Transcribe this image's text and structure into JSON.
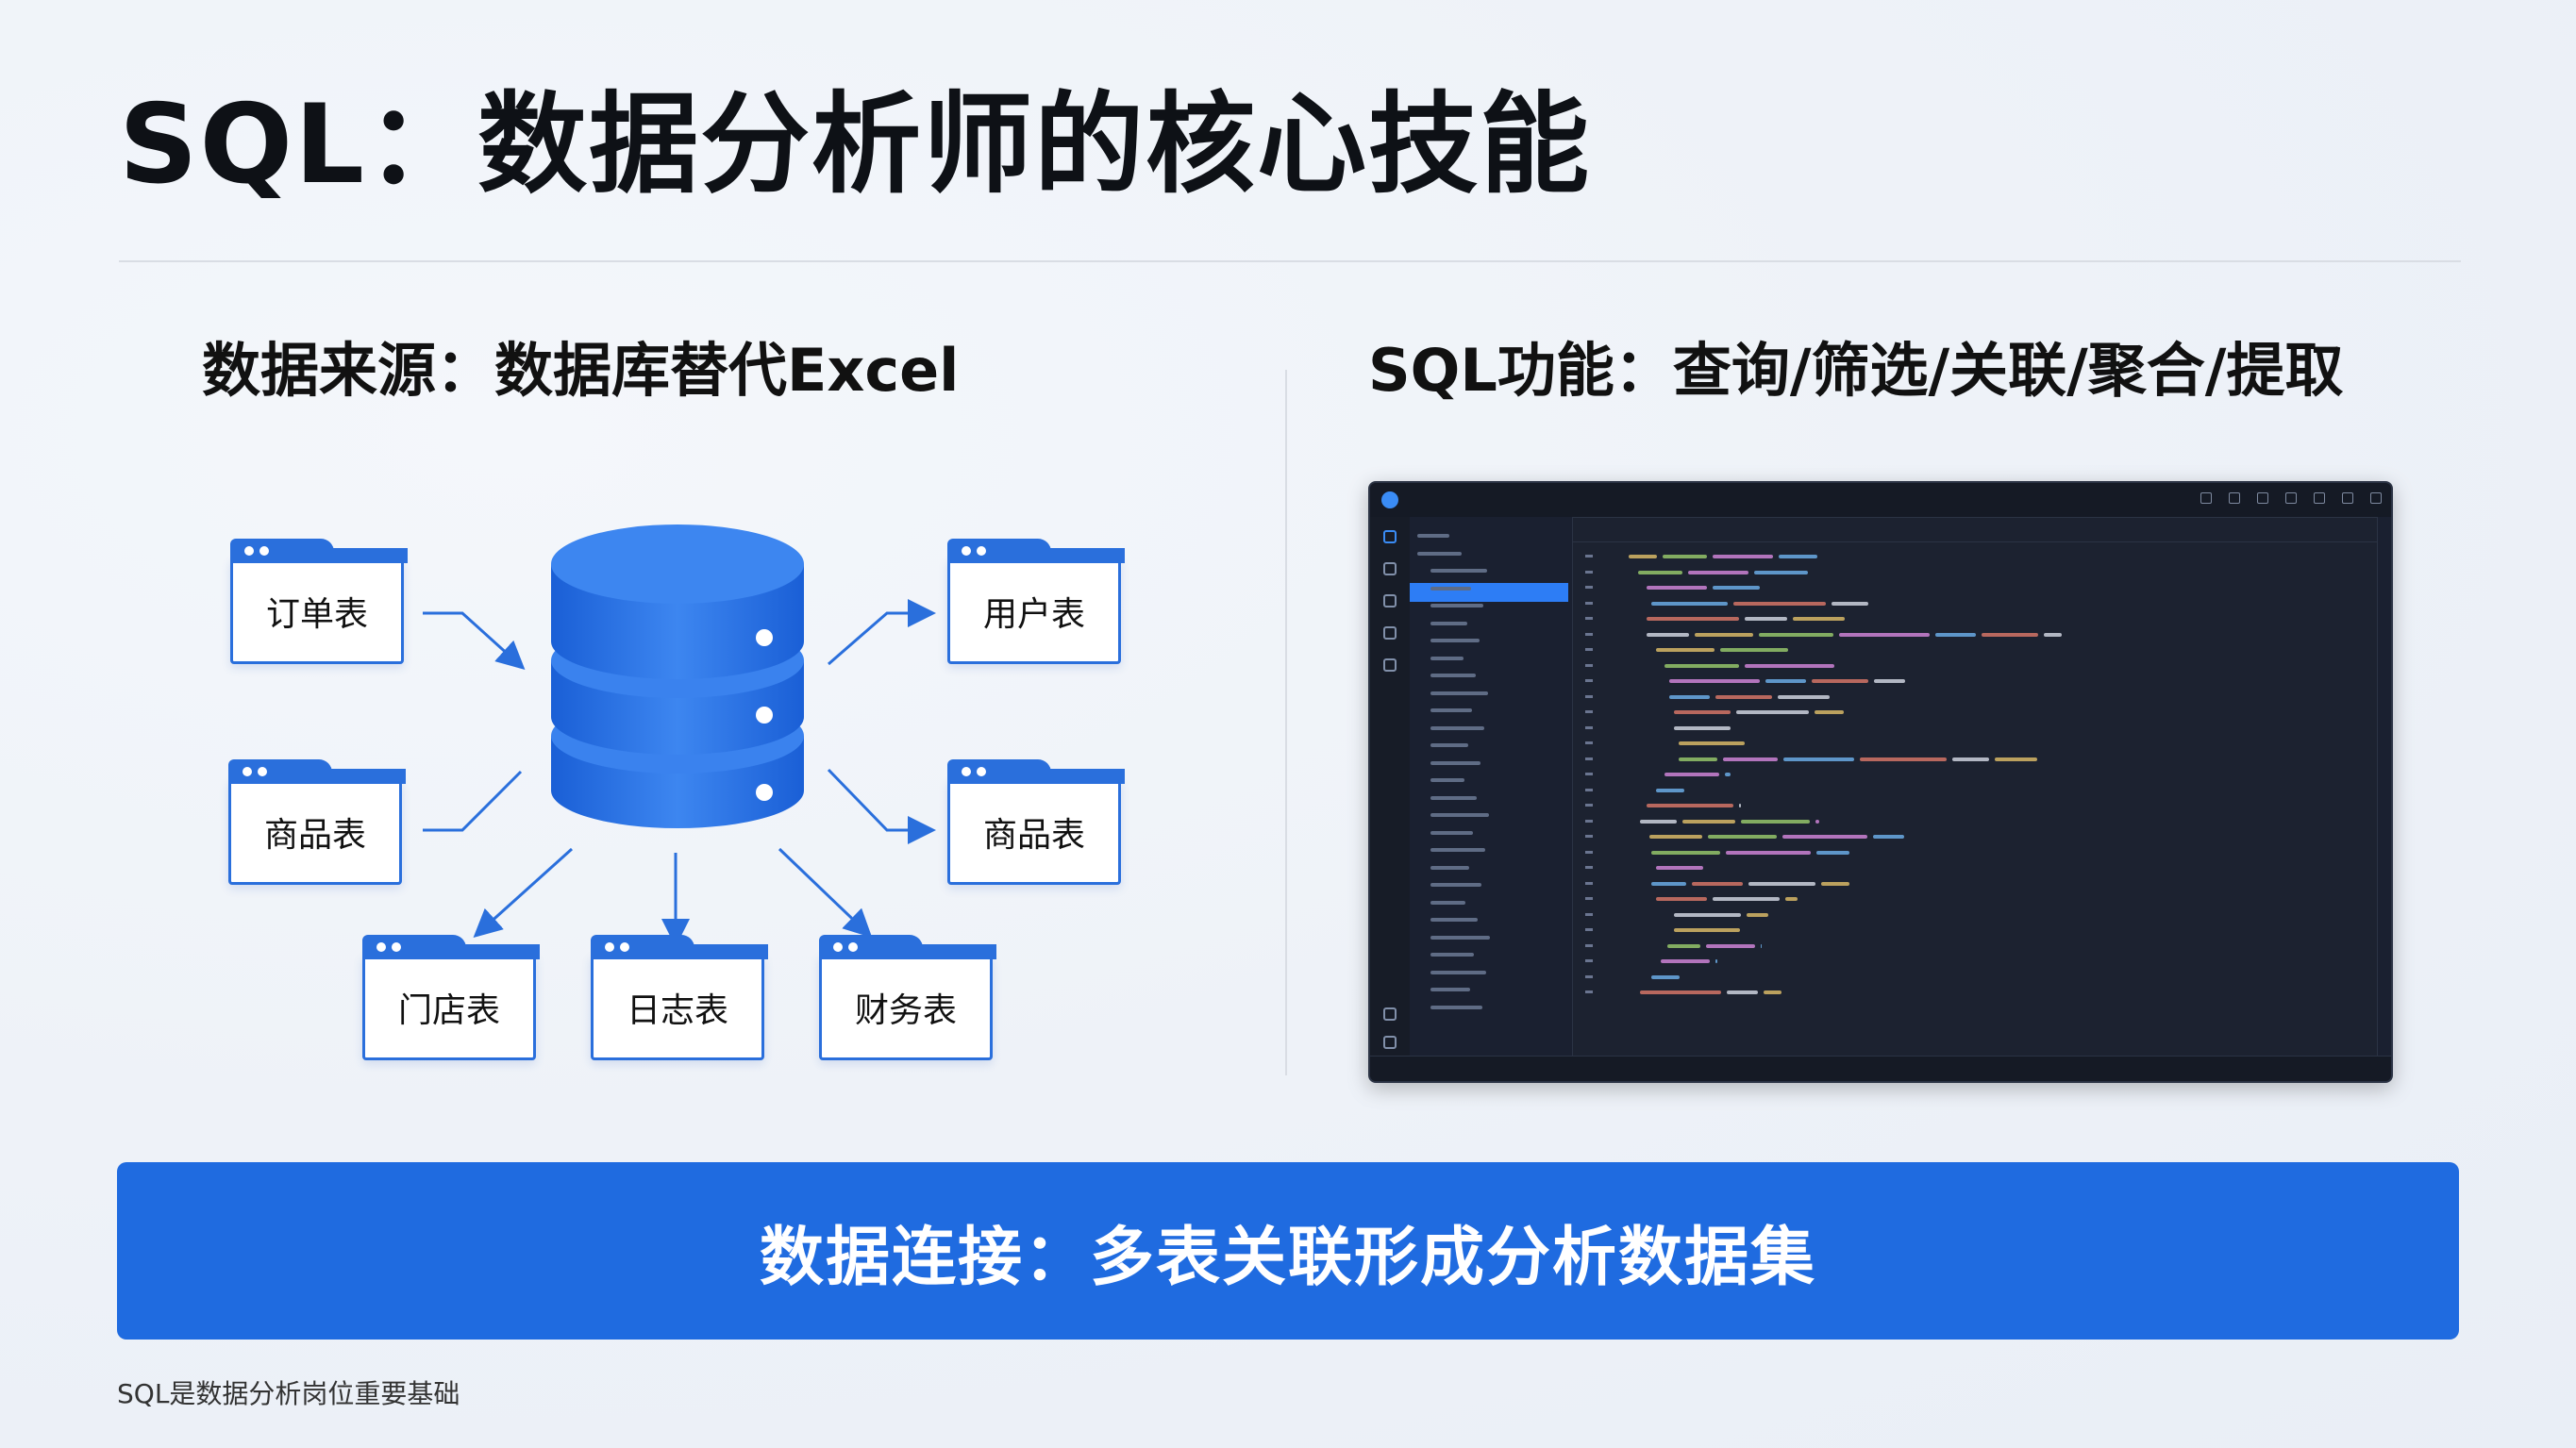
{
  "title": "SQL：数据分析师的核心技能",
  "left_section": {
    "heading": "数据来源：数据库替代Excel",
    "tables": [
      "订单表",
      "用户表",
      "商品表",
      "商品表",
      "门店表",
      "日志表",
      "财务表"
    ]
  },
  "right_section": {
    "heading": "SQL功能：查询/筛选/关联/聚合/提取"
  },
  "banner": "数据连接：多表关联形成分析数据集",
  "footnote": "SQL是数据分析岗位重要基础",
  "colors": {
    "accent": "#1f6be0",
    "database": "#2a6fdc",
    "code_bg": "#1c2230"
  }
}
